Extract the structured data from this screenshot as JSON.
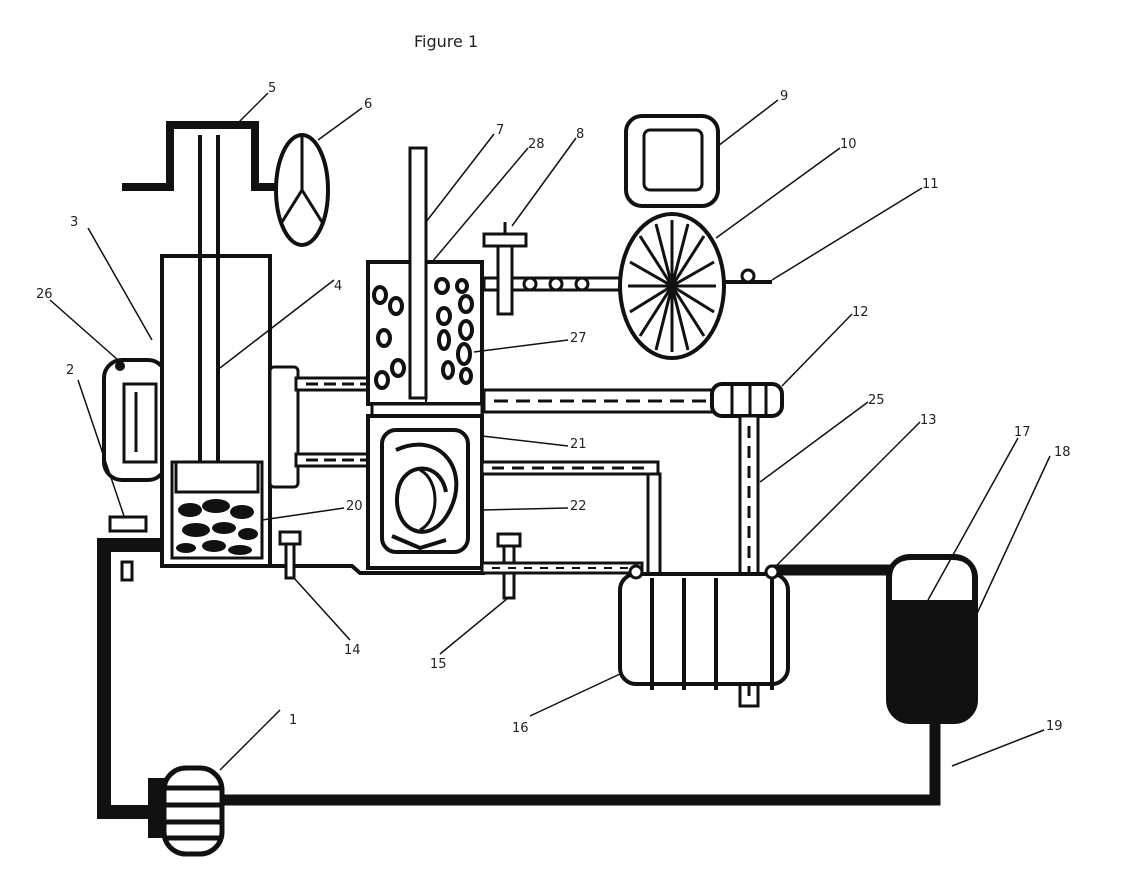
{
  "figure": {
    "title": "Figure 1"
  },
  "labels": {
    "l1": "1",
    "l2": "2",
    "l3": "3",
    "l4": "4",
    "l5": "5",
    "l6": "6",
    "l7": "7",
    "l8": "8",
    "l9": "9",
    "l10": "10",
    "l11": "11",
    "l12": "12",
    "l13": "13",
    "l14": "14",
    "l15": "15",
    "l16": "16",
    "l17": "17",
    "l18": "18",
    "l19": "19",
    "l20": "20",
    "l21": "21",
    "l22": "22",
    "l25": "25",
    "l26": "26",
    "l27": "27",
    "l28": "28"
  }
}
